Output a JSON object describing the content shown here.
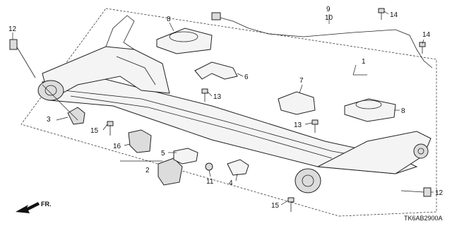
{
  "diagram": {
    "code": "TK6AB2900A",
    "direction_label": "FR.",
    "callouts": [
      {
        "id": "c1",
        "label": "1"
      },
      {
        "id": "c2",
        "label": "2"
      },
      {
        "id": "c3",
        "label": "3"
      },
      {
        "id": "c4",
        "label": "4"
      },
      {
        "id": "c5",
        "label": "5"
      },
      {
        "id": "c6",
        "label": "6"
      },
      {
        "id": "c7",
        "label": "7"
      },
      {
        "id": "c8a",
        "label": "8"
      },
      {
        "id": "c8b",
        "label": "8"
      },
      {
        "id": "c9",
        "label": "9"
      },
      {
        "id": "c10",
        "label": "10"
      },
      {
        "id": "c11",
        "label": "11"
      },
      {
        "id": "c12a",
        "label": "12"
      },
      {
        "id": "c12b",
        "label": "12"
      },
      {
        "id": "c13a",
        "label": "13"
      },
      {
        "id": "c13b",
        "label": "13"
      },
      {
        "id": "c14a",
        "label": "14"
      },
      {
        "id": "c14b",
        "label": "14"
      },
      {
        "id": "c15a",
        "label": "15"
      },
      {
        "id": "c15b",
        "label": "15"
      },
      {
        "id": "c16",
        "label": "16"
      }
    ]
  }
}
